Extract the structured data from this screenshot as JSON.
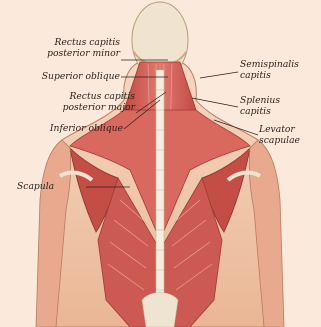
{
  "labels": {
    "rectus_capitis_posterior_minor": [
      "Rectus capitis",
      "posterior minor"
    ],
    "superior_oblique": "Superior oblique",
    "rectus_capitis_posterior_major": [
      "Rectus capitis",
      "posterior major"
    ],
    "inferior_oblique": "Inferior oblique",
    "scapula": "Scapula",
    "semispinalis_capitis": [
      "Semispinalis",
      "capitis"
    ],
    "splenius_capitis": [
      "Splenius",
      "capitis"
    ],
    "levator_scapulae": [
      "Levator",
      "scapulae"
    ]
  },
  "colors": {
    "background": "#fbe9dc",
    "skin": "#f3cdb3",
    "muscle": "#c9564e",
    "muscle_light": "#e2837a",
    "bone": "#efe4d2",
    "leader_line": "#2b1f1a"
  }
}
